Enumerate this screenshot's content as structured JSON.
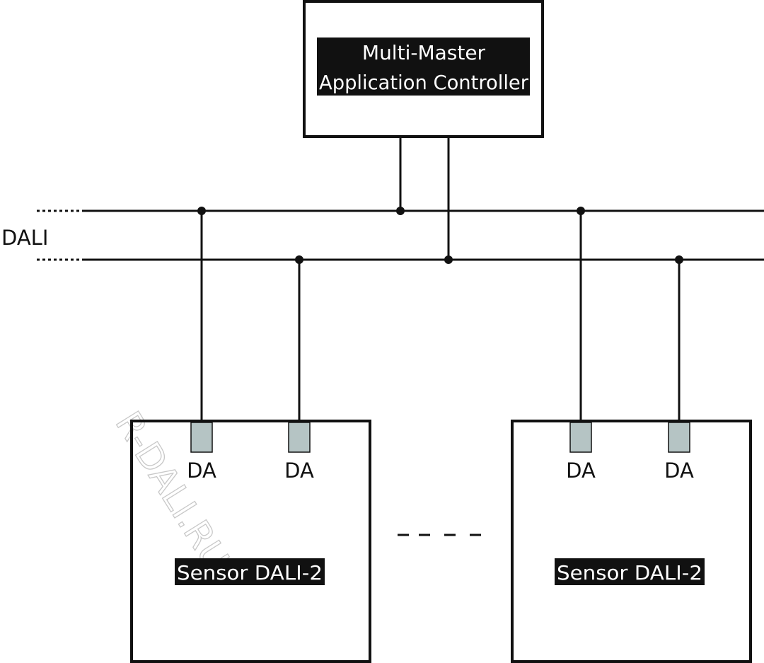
{
  "controller": {
    "title_line1": "Multi-Master",
    "title_line2": "Application Controller"
  },
  "bus": {
    "label": "DALI"
  },
  "sensors": [
    {
      "title": "Sensor DALI-2",
      "terminal_left": "DA",
      "terminal_right": "DA"
    },
    {
      "title": "Sensor DALI-2",
      "terminal_left": "DA",
      "terminal_right": "DA"
    }
  ],
  "watermark": "R-DALI.RU",
  "colors": {
    "line": "#111111",
    "terminal_fill": "#b5c4c4",
    "label_bg": "#111111",
    "label_text": "#ffffff",
    "watermark": "#cccccc"
  }
}
